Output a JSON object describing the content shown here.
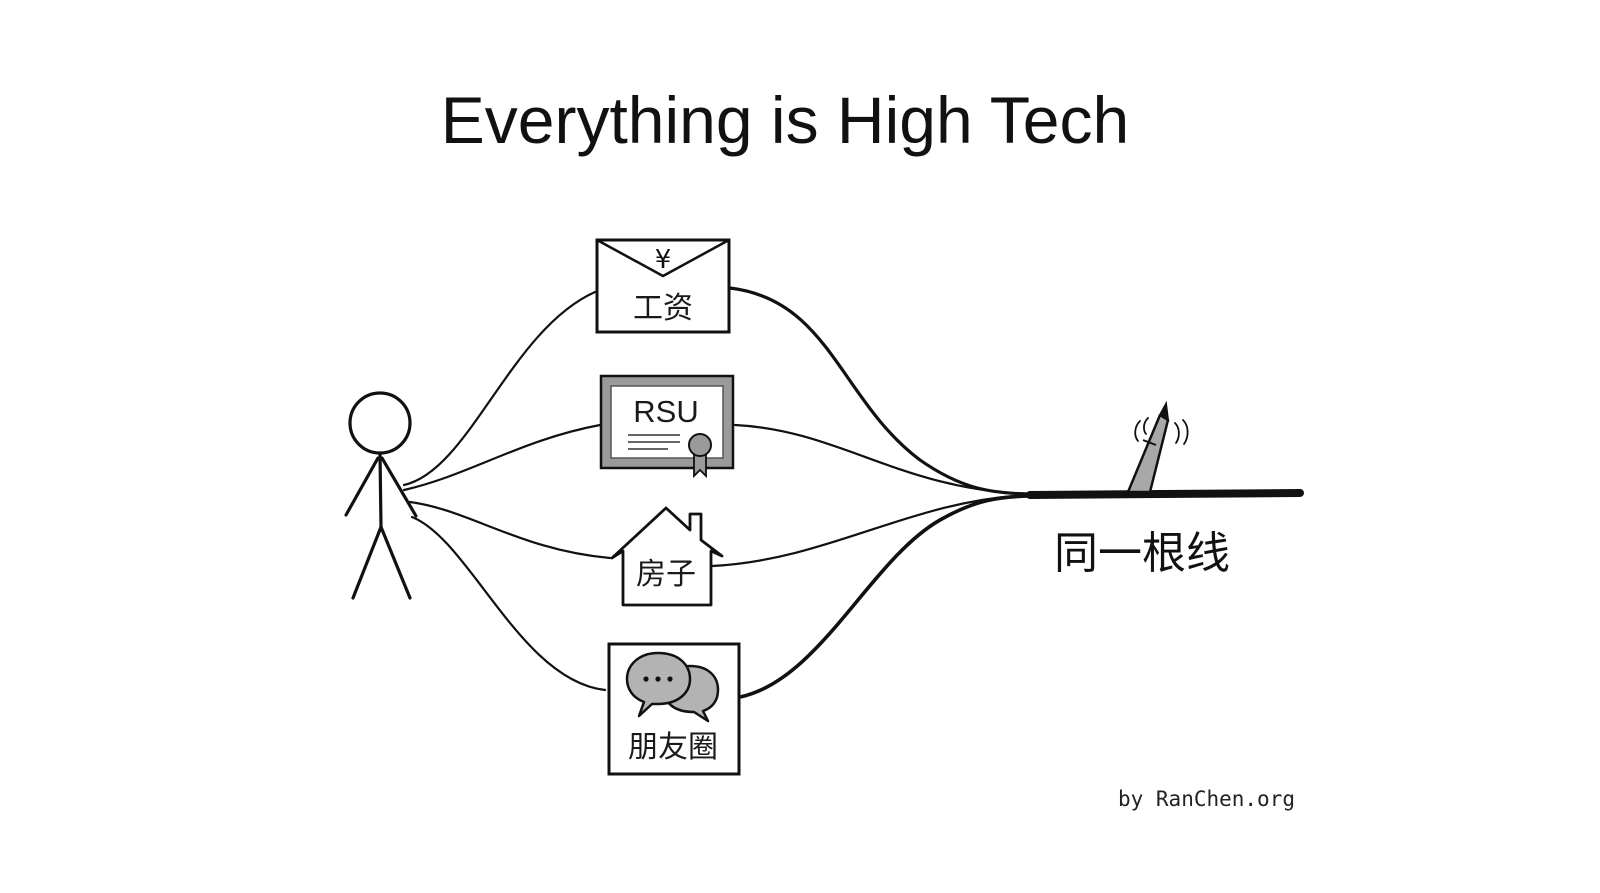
{
  "title": "Everything is High Tech",
  "items": [
    {
      "id": "salary",
      "label": "工资",
      "icon": "yen-sign",
      "icon_glyph": "¥"
    },
    {
      "id": "rsu",
      "label": "RSU",
      "icon": "stock-certificate-icon"
    },
    {
      "id": "house",
      "label": "房子",
      "icon": "house-icon"
    },
    {
      "id": "moments",
      "label": "朋友圈",
      "icon": "chat-bubbles-icon"
    }
  ],
  "merged_line_label": "同一根线",
  "credit": "by RanChen.org",
  "colors": {
    "ink": "#111111",
    "certificate_frame": "#9a9a9a",
    "chat_bubble": "#b3b3b3",
    "pen_body": "#a8a8a8"
  }
}
